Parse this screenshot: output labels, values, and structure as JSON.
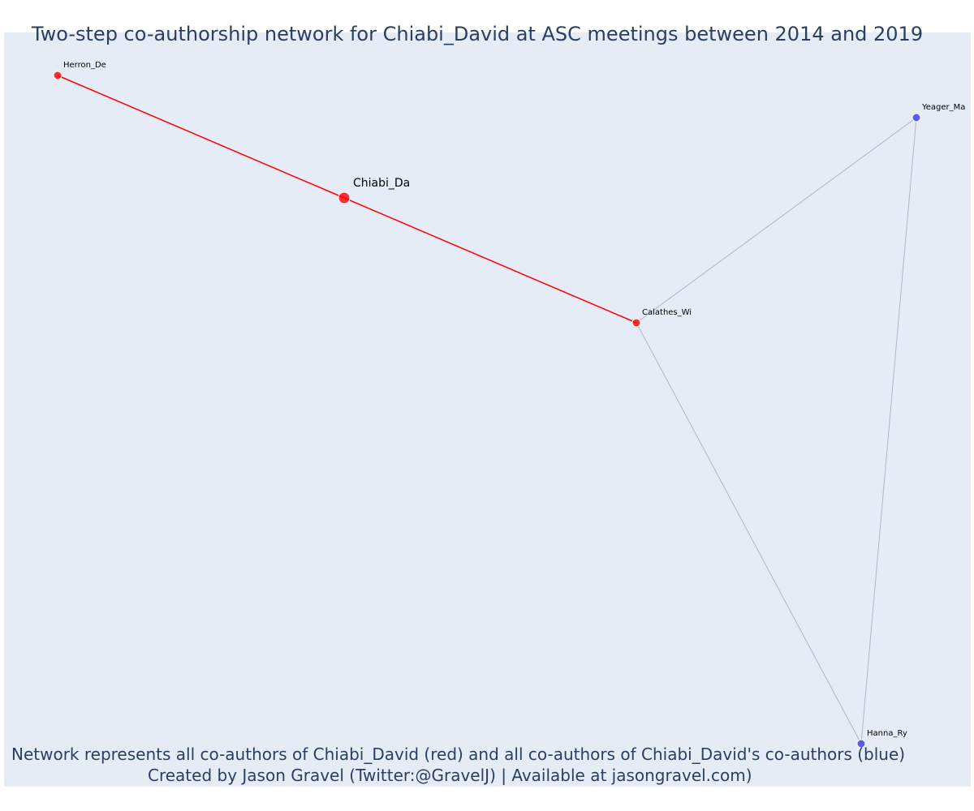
{
  "title": "Two-step co-authorship network for Chiabi_David at ASC meetings between 2014 and 2019",
  "footer": {
    "line1": "Network represents all co-authors of Chiabi_David (red) and all co-authors of Chiabi_David's co-authors (blue)",
    "line2": "Created by Jason Gravel (Twitter:@GravelJ) | Available at jasongravel.com)"
  },
  "colors": {
    "background": "#e5ecf6",
    "direct": "#ff0000",
    "second_step": "#3a3aef",
    "edge_other": "#b0b4c4",
    "text": "#2a3f5f"
  },
  "network": {
    "nodes": [
      {
        "id": "chiabi",
        "label": "Chiabi_Da",
        "group": "focal"
      },
      {
        "id": "herron",
        "label": "Herron_De",
        "group": "direct"
      },
      {
        "id": "calathes",
        "label": "Calathes_Wi",
        "group": "direct"
      },
      {
        "id": "yeager",
        "label": "Yeager_Ma",
        "group": "second_step"
      },
      {
        "id": "hanna",
        "label": "Hanna_Ry",
        "group": "second_step"
      }
    ],
    "edges": [
      {
        "source": "herron",
        "target": "chiabi",
        "group": "direct"
      },
      {
        "source": "chiabi",
        "target": "calathes",
        "group": "direct"
      },
      {
        "source": "calathes",
        "target": "yeager",
        "group": "second_step"
      },
      {
        "source": "calathes",
        "target": "hanna",
        "group": "second_step"
      },
      {
        "source": "yeager",
        "target": "hanna",
        "group": "second_step"
      }
    ]
  }
}
